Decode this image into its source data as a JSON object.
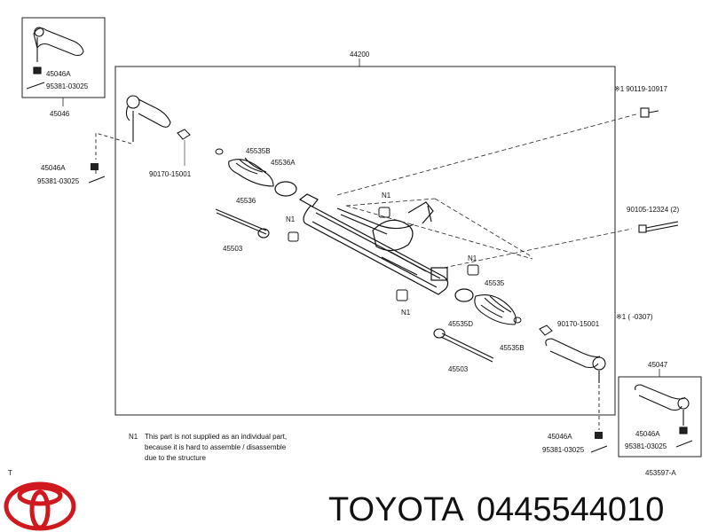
{
  "diagram": {
    "assembly_number": "44200",
    "inset_left_number": "45046",
    "inset_right_number": "45047",
    "figure_number": "453597-A",
    "corner_mark": "T",
    "labels": {
      "inset_left_nut": "45046A",
      "inset_left_pin": "95381-03025",
      "left_nut": "45046A",
      "left_pin": "95381-03025",
      "bolt_top": "※1 90119-10917",
      "left_clip": "90170-15001",
      "left_boot_clamp": "45535B",
      "left_small_clamp": "45536A",
      "left_boot": "45536",
      "left_tie_rod": "45503",
      "n1_upper": "N1",
      "n1_left": "N1",
      "n1_mid": "N1",
      "n1_lower": "N1",
      "bolt_right": "90105-12324 (2)",
      "right_boot": "45535",
      "right_clamp_d": "45535D",
      "right_clip": "90170-15001",
      "right_clamp_b": "45535B",
      "right_tie_rod": "45503",
      "footnote_ref": "※1 (       -0307)",
      "inset_right_nut": "45046A",
      "inset_right_pin": "95381-03025",
      "bottom_nut": "45046A",
      "bottom_pin": "95381-03025"
    },
    "note": {
      "code": "N1",
      "line1": "This part is not supplied as an individual part,",
      "line2": "because it is hard to assemble / disassemble",
      "line3": "due to the structure"
    }
  },
  "brand": {
    "name": "TOYOTA",
    "part_number": "0445544010",
    "logo_color": "#d0191f"
  }
}
